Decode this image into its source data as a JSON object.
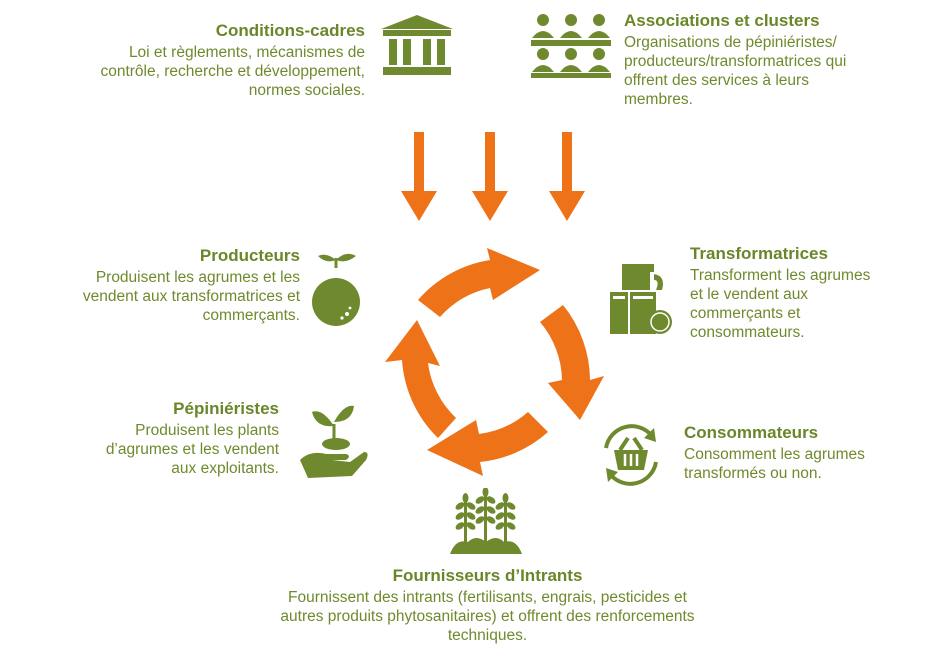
{
  "conditions": {
    "title": "Conditions-cadres",
    "desc": [
      "Loi et règlements, mécanismes de",
      "contrôle, recherche et développement,",
      "normes sociales."
    ]
  },
  "associations": {
    "title": "Associations et clusters",
    "desc": [
      "Organisations de pépiniéristes/",
      "producteurs/transformatrices qui",
      "offrent des services à leurs",
      "membres."
    ]
  },
  "producteurs": {
    "title": "Producteurs",
    "desc": [
      "Produisent les agrumes et les",
      "vendent aux transformatrices et",
      "commerçants."
    ]
  },
  "transformatrices": {
    "title": "Transformatrices",
    "desc": [
      "Transforment les agrumes",
      "et le vendent aux",
      "commerçants et",
      "consommateurs."
    ]
  },
  "pepinieristes": {
    "title": "Pépiniéristes",
    "desc": [
      "Produisent les plants",
      "d’agrumes et les vendent",
      "aux exploitants."
    ]
  },
  "consommateurs": {
    "title": "Consommateurs",
    "desc": [
      "Consomment les agrumes",
      "transformés ou non."
    ]
  },
  "fournisseurs": {
    "title": "Fournisseurs d’Intrants",
    "desc": [
      "Fournissent des intrants (fertilisants, engrais, pesticides et",
      "autres produits phytosanitaires) et offrent des renforcements",
      "techniques."
    ]
  },
  "icons": {
    "conditions": "government-building-icon",
    "associations": "group-of-people-icon",
    "producteurs": "citrus-fruit-icon",
    "transformatrices": "juice-drinks-icon",
    "pepinieristes": "seedling-in-hand-icon",
    "consommateurs": "shopping-basket-cycle-icon",
    "fournisseurs": "wheat-plants-icon"
  },
  "colors": {
    "green": "#6f8a2e",
    "orange": "#ed7218"
  }
}
